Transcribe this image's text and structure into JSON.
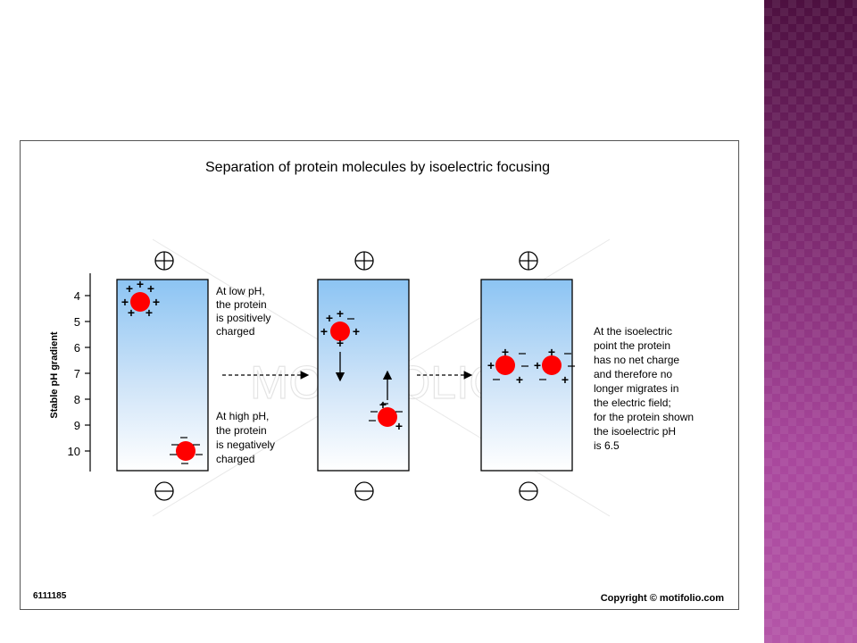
{
  "slide": {
    "accent_color": "#8e3a82"
  },
  "figure": {
    "title": "Separation of protein molecules by isoelectric focusing",
    "axis_label": "Stable pH gradient",
    "ticks": [
      "4",
      "5",
      "6",
      "7",
      "8",
      "9",
      "10"
    ],
    "note_low": [
      "At low pH,",
      "the protein",
      "is positively",
      "charged"
    ],
    "note_high": [
      "At high pH,",
      "the protein",
      "is negatively",
      "charged"
    ],
    "note_iso": [
      "At the isoelectric",
      "point the protein",
      "has no net charge",
      "and therefore no",
      "longer migrates in",
      "the electric field;",
      "for the protein shown",
      "the isoelectric pH",
      "is 6.5"
    ],
    "watermark": "MOTIFOLIO",
    "figure_id": "6111185",
    "copyright": "Copyright © motifolio.com",
    "gradient_top_color": "#8cc4f3",
    "protein_color": "#ff0000"
  }
}
